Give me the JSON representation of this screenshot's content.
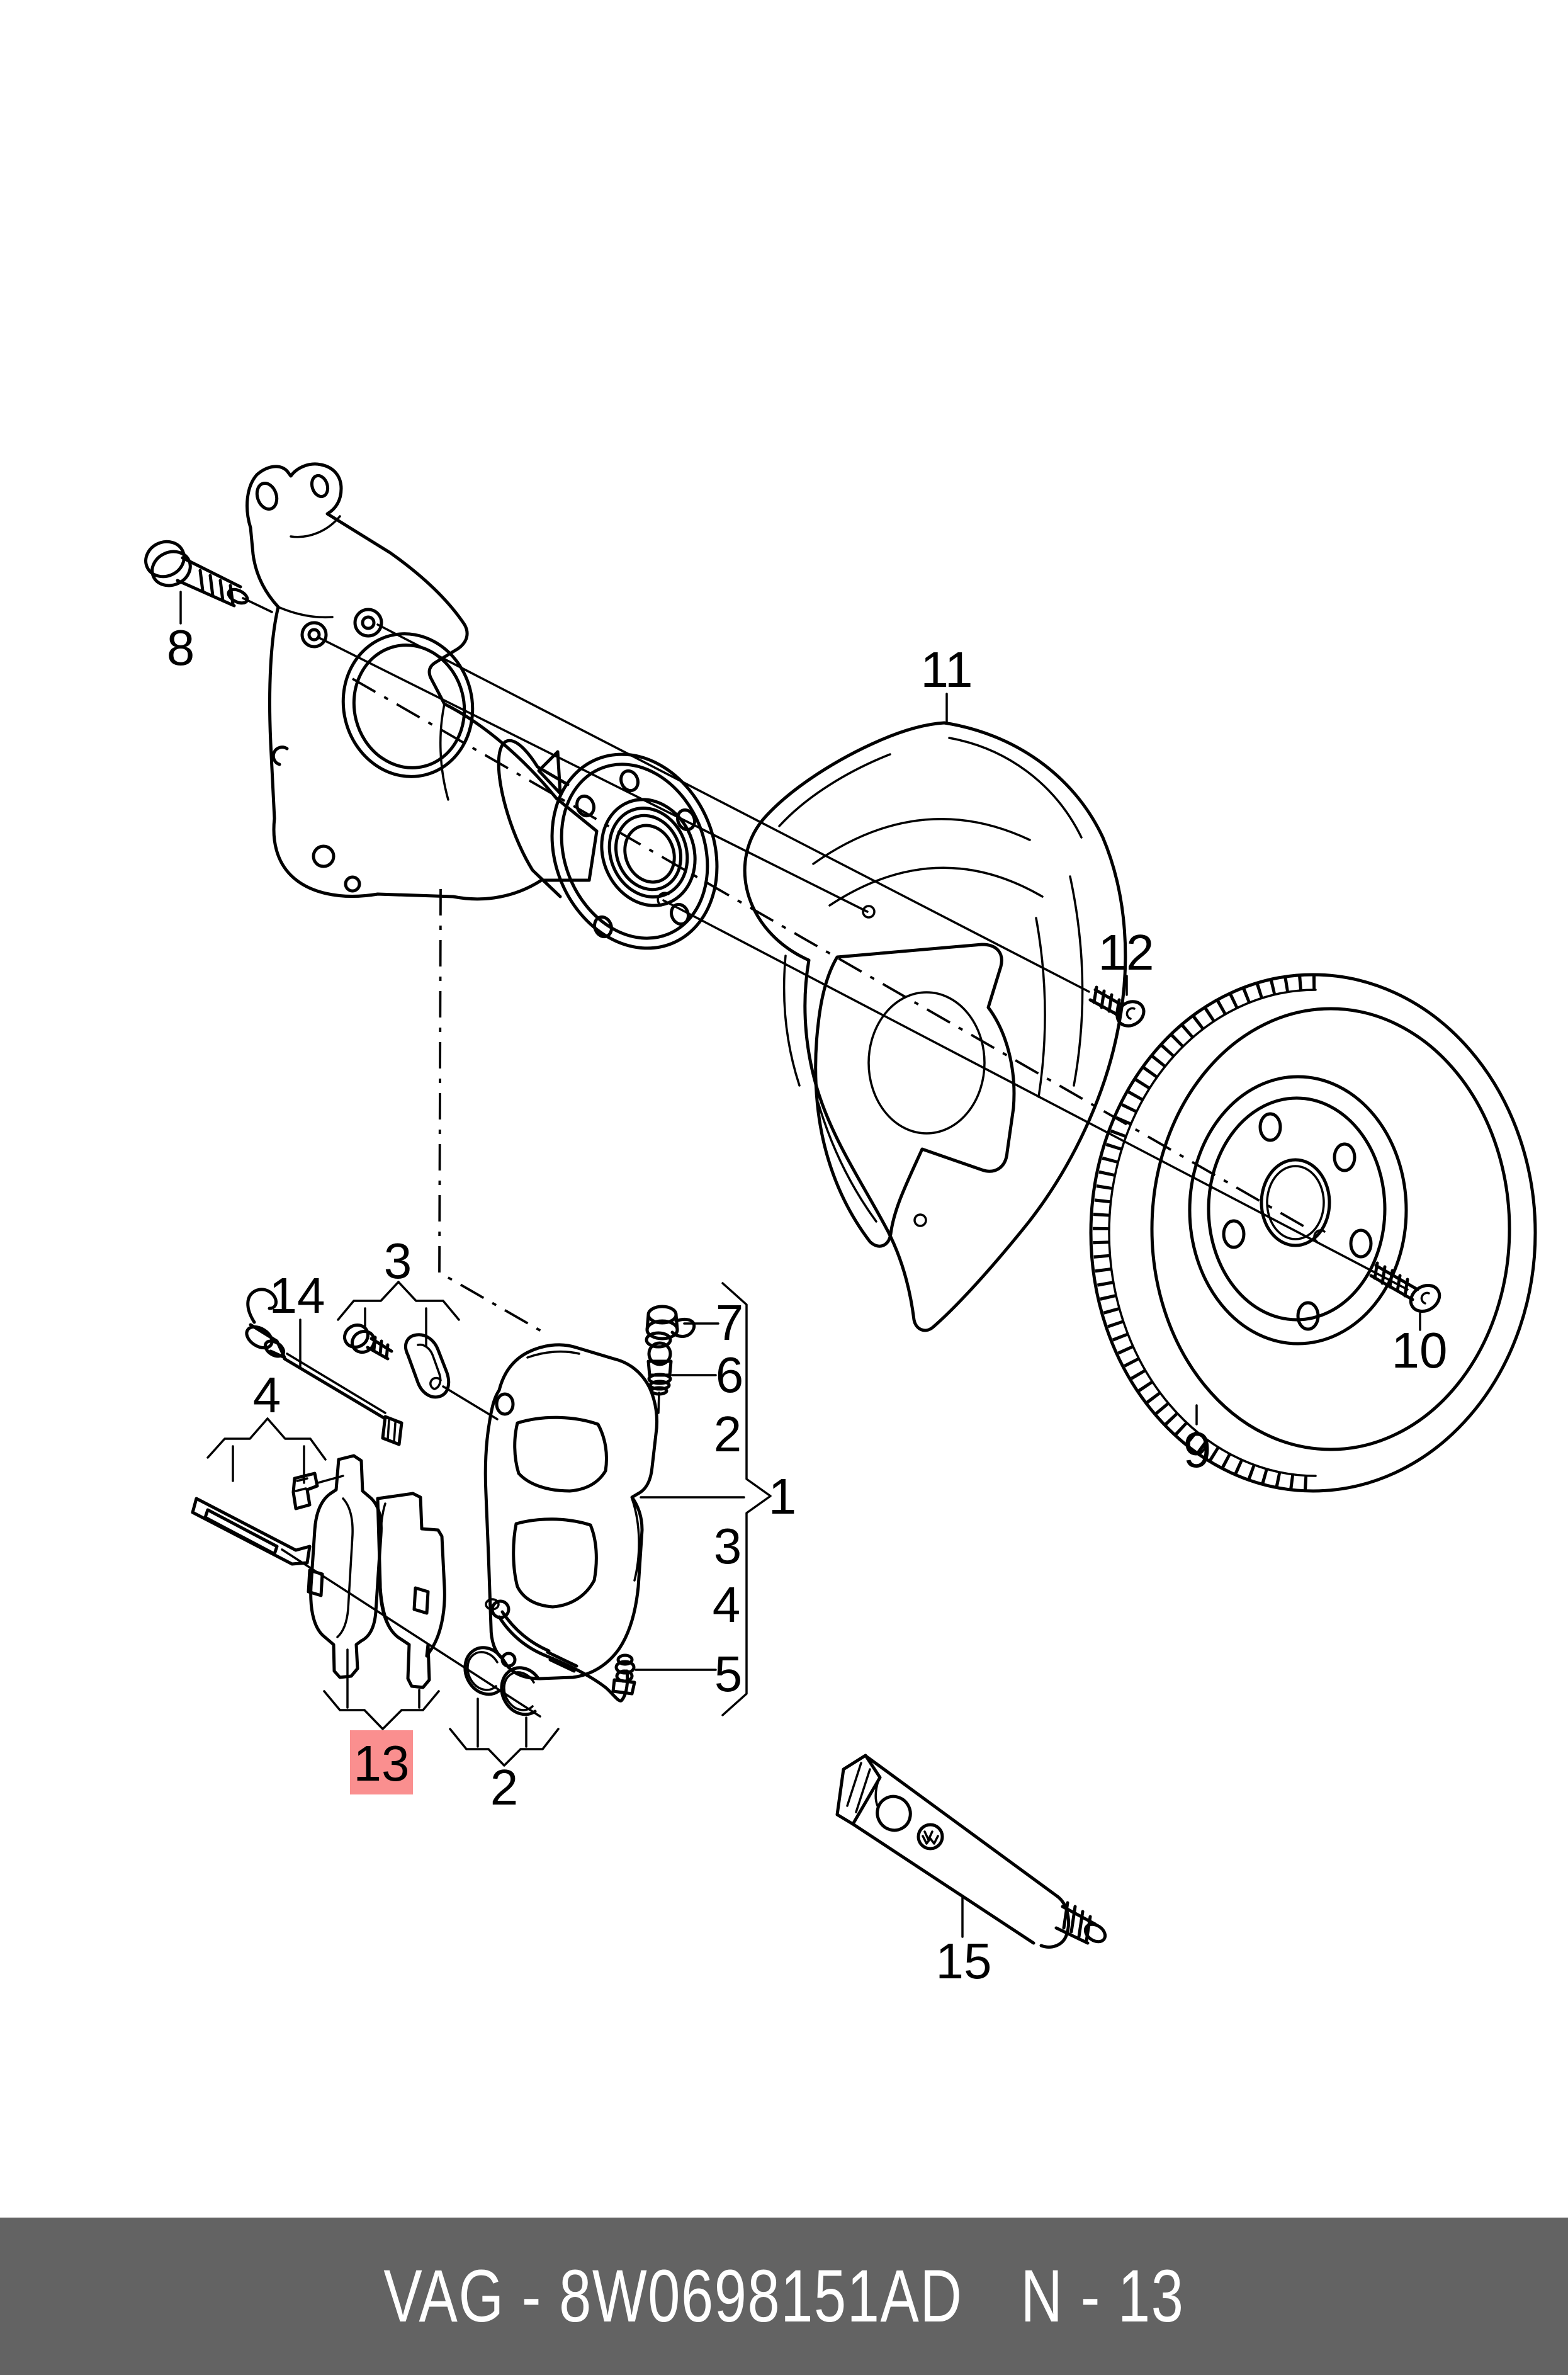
{
  "footer": {
    "left": "VAG - 8W0698151AD",
    "right": "N - 13"
  },
  "highlight": {
    "box_color": "#fa8f8f",
    "text_color": "#8e1f1f"
  },
  "callouts": {
    "knuckle_bolt": {
      "label": "8"
    },
    "splash_shield": {
      "label": "11"
    },
    "shield_screw": {
      "label": "12"
    },
    "brake_disc": {
      "label": "9"
    },
    "disc_screw": {
      "label": "10"
    },
    "wear_sensor": {
      "label": "14"
    },
    "guide_pin_set_top": {
      "label": "3"
    },
    "pad_hardware_set_left": {
      "label": "4"
    },
    "dust_cap": {
      "label": "7"
    },
    "bleeder_valve": {
      "label": "6"
    },
    "seal_kit_column": {
      "label": "2"
    },
    "caliper_assembly": {
      "label": "1"
    },
    "guide_pin_column": {
      "label": "3"
    },
    "pad_hardware_column": {
      "label": "4"
    },
    "brake_hose": {
      "label": "5"
    },
    "brake_pads": {
      "label": "13"
    },
    "seal_kit_bottom": {
      "label": "2"
    },
    "grease_tube": {
      "label": "15"
    }
  }
}
